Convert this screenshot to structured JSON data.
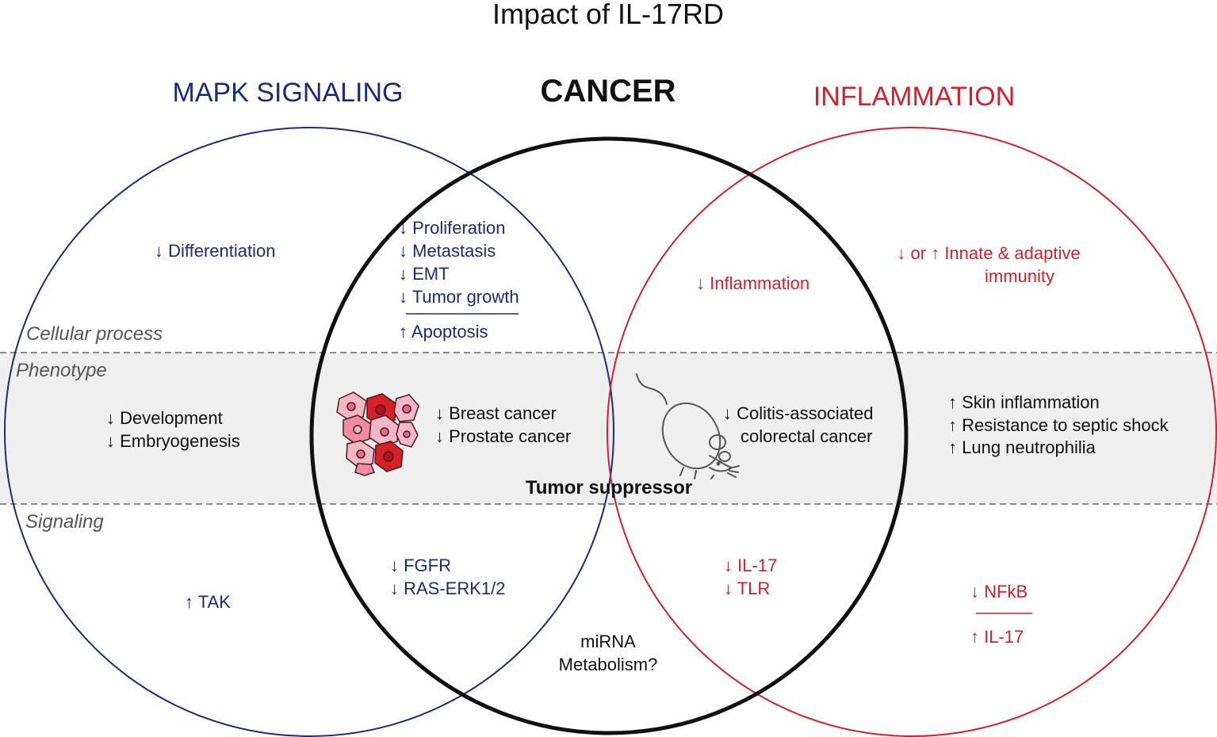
{
  "title": "Impact of IL-17RD",
  "colors": {
    "mapk": "#1c2a7a",
    "cancer": "#111111",
    "inflammation": "#d71f28",
    "band": "#efefef",
    "section_label": "#555555"
  },
  "headers": {
    "mapk": "MAPK SIGNALING",
    "cancer": "CANCER",
    "inflammation": "INFLAMMATION"
  },
  "sections": {
    "cellular": "Cellular process",
    "phenotype": "Phenotype",
    "signaling": "Signaling"
  },
  "cellular": {
    "mapk_only": "↓ Differentiation",
    "mapk_cancer": [
      "↓ Proliferation",
      "↓ Metastasis",
      "↓ EMT",
      "↓ Tumor growth"
    ],
    "mapk_cancer_up": "↑ Apoptosis",
    "cancer_inflammation": "↓ Inflammation",
    "inflammation_only": [
      "↓ or ↑  Innate & adaptive",
      "immunity"
    ]
  },
  "phenotype": {
    "mapk_only": [
      "↓ Development",
      "↓ Embryogenesis"
    ],
    "mapk_cancer": [
      "↓ Breast cancer",
      "↓ Prostate cancer"
    ],
    "cancer_inflammation": [
      "↓ Colitis-associated",
      "colorectal cancer"
    ],
    "inflammation_only": [
      "↑  Skin inflammation",
      "↑  Resistance to septic shock",
      "↑  Lung neutrophilia"
    ],
    "center_label": "Tumor suppressor",
    "cells_icon": "tumor-cells-icon",
    "mouse_icon": "mouse-icon"
  },
  "signaling": {
    "mapk_only": "↑ TAK",
    "mapk_cancer": [
      "↓ FGFR",
      "↓ RAS-ERK1/2"
    ],
    "cancer_only": [
      "miRNA",
      "Metabolism?"
    ],
    "cancer_inflammation": [
      "↓ IL-17",
      "↓ TLR"
    ],
    "inflammation_only_down": "↓ NFkB",
    "inflammation_only_up": "↑ IL-17"
  }
}
